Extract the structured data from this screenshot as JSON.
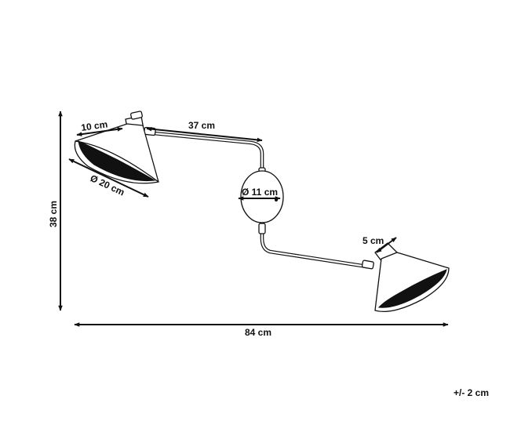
{
  "dimensions": {
    "shade_height": "10 cm",
    "arm_length": "37 cm",
    "shade_diameter": "Ø 20 cm",
    "base_diameter": "Ø 11 cm",
    "total_height": "38 cm",
    "small_shade": "5 cm",
    "total_width": "84 cm"
  },
  "tolerance": "+/- 2 cm",
  "colors": {
    "line": "#111111",
    "shade_inside": "#111111",
    "background": "#ffffff"
  }
}
